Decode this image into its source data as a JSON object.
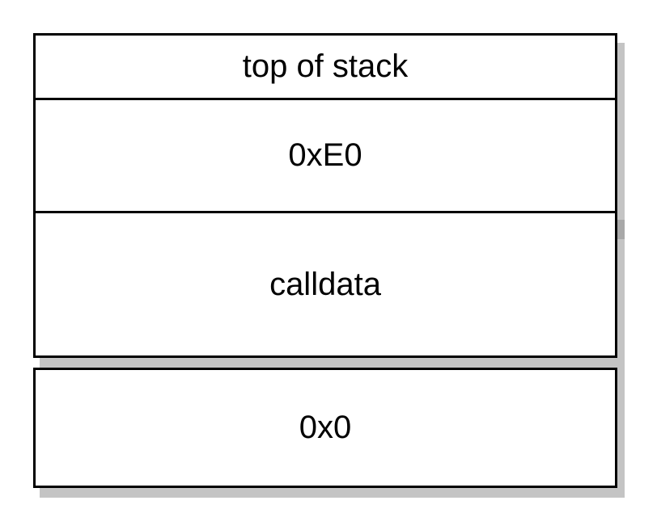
{
  "diagram": {
    "cells": [
      {
        "label": "top of stack"
      },
      {
        "label": "0xE0"
      },
      {
        "label": "calldata"
      },
      {
        "label": "0x0"
      }
    ]
  },
  "colors": {
    "border": "#000000",
    "fill": "#ffffff",
    "shadow": "#c4c4c4"
  }
}
